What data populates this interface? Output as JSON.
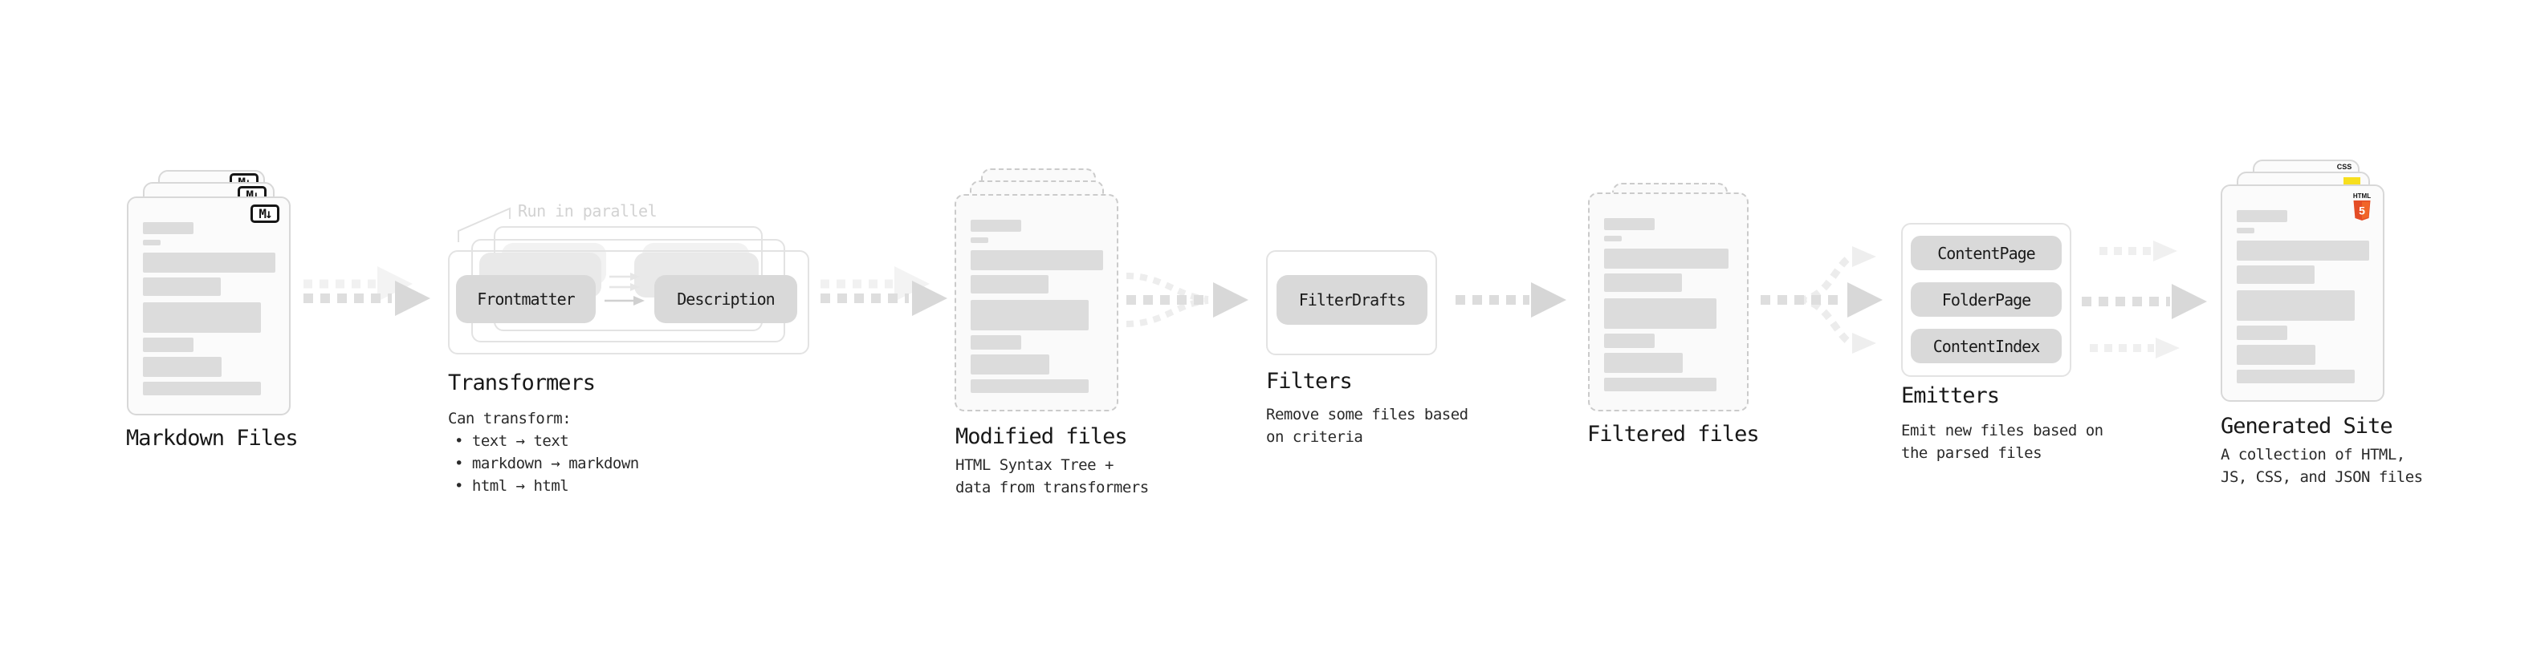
{
  "colors": {
    "html5_orange": "#e44d26",
    "js_yellow": "#f7df1e",
    "css_blue": "#2962ff",
    "pill_gray": "#d9d9d9",
    "arrow_gray": "#d8d8d8"
  },
  "stages": {
    "markdown_files": {
      "title": "Markdown Files",
      "badge": "M↓"
    },
    "transformers": {
      "title": "Transformers",
      "annotation": "Run in parallel",
      "pill_left": "Frontmatter",
      "pill_right": "Description",
      "heading": "Can transform:",
      "bullets": [
        "• text → text",
        "• markdown → markdown",
        "• html → html"
      ]
    },
    "modified_files": {
      "title": "Modified files",
      "subtitle_lines": [
        "HTML Syntax Tree +",
        "data from transformers"
      ]
    },
    "filters": {
      "title": "Filters",
      "pill": "FilterDrafts",
      "subtitle_lines": [
        "Remove some files based",
        "on criteria"
      ]
    },
    "filtered_files": {
      "title": "Filtered files"
    },
    "emitters": {
      "title": "Emitters",
      "pills": [
        "ContentPage",
        "FolderPage",
        "ContentIndex"
      ],
      "subtitle_lines": [
        "Emit new files based on",
        "the parsed files"
      ]
    },
    "generated_site": {
      "title": "Generated Site",
      "subtitle_lines": [
        "A collection of HTML,",
        "JS, CSS, and JSON files"
      ],
      "css_badge": "CSS",
      "html_badge_label": "HTML",
      "html_badge_number": "5"
    }
  }
}
